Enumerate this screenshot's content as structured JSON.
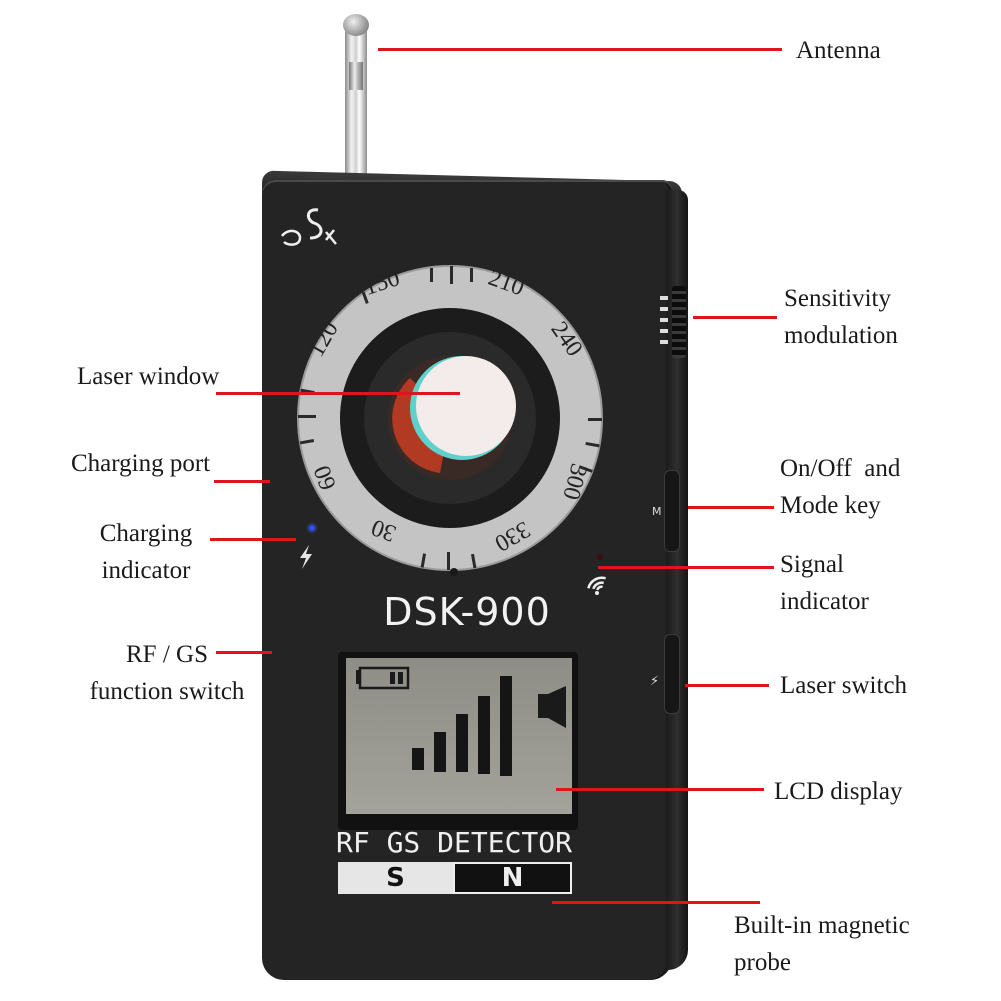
{
  "callouts": {
    "antenna": "Antenna",
    "sensitivity_modulation": [
      "Sensitivity",
      "modulation"
    ],
    "laser_window": "Laser window",
    "charging_port": "Charging port",
    "charging_indicator": [
      "Charging",
      "indicator"
    ],
    "on_off_mode_key": [
      "On/Off  and",
      "Mode key"
    ],
    "signal_indicator": [
      "Signal",
      "indicator"
    ],
    "rf_gs_function_switch": [
      "RF / GS",
      "function switch"
    ],
    "laser_switch": "Laser switch",
    "lcd_display": "LCD display",
    "built_in_magnetic_probe": [
      "Built-in magnetic",
      "probe"
    ]
  },
  "device": {
    "logo": "DSK",
    "model": "DSK-900",
    "dial_numbers": [
      "150",
      "210",
      "240",
      "300",
      "330",
      "30",
      "60",
      "120"
    ],
    "side_button_mode_glyph": "M",
    "side_button_laser_glyph": "⚡",
    "detector_label": "RF  GS  DETECTOR",
    "pole_s": "S",
    "pole_n": "N",
    "lcd": {
      "signal_bars": 5,
      "battery_icon": "battery-icon",
      "speaker_icon": "speaker-icon"
    }
  },
  "colors": {
    "callout_line": "#e0141b",
    "device_body": "#242424",
    "dial_ring": "#bdbdbd",
    "lcd_bg": "#9a9a93",
    "charging_led": "#2b4dff"
  }
}
